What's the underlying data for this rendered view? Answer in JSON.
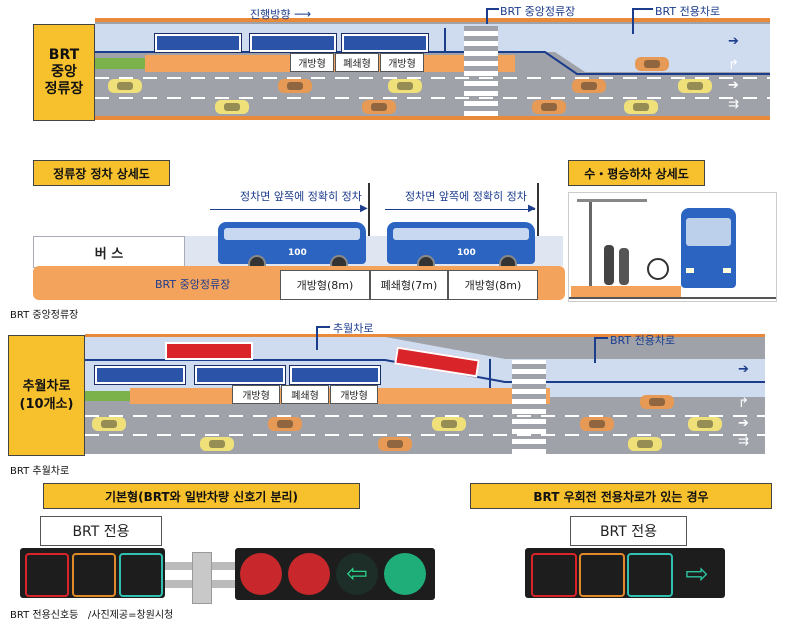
{
  "top_diagram": {
    "side_label": "BRT\n중앙\n정류장",
    "direction_label": "진행방향",
    "stop_label": "BRT 중앙정류장",
    "lane_label": "BRT 전용차로",
    "doors": [
      "개방형",
      "폐쇄형",
      "개방형"
    ]
  },
  "middle_left": {
    "title": "정류장 정차 상세도",
    "instruction_1": "정차면 앞쪽에 정확히 정차",
    "instruction_2": "정차면 앞쪽에 정확히 정차",
    "bus_label": "버 스",
    "platform_label": "BRT 중앙정류장",
    "bus_number": "100",
    "doors": [
      "개방형(8m)",
      "폐쇄형(7m)",
      "개방형(8m)"
    ],
    "caption": "BRT 중앙정류장"
  },
  "middle_right": {
    "title": "수・평승하차 상세도"
  },
  "passing_diagram": {
    "side_label": "추월차로\n(10개소)",
    "passing_lane_label": "추월차로",
    "lane_label": "BRT 전용차로",
    "doors": [
      "개방형",
      "폐쇄형",
      "개방형"
    ],
    "caption": "BRT 추월차로"
  },
  "signals": {
    "left_title": "기본형(BRT와 일반차량 신호기 분리)",
    "right_title": "BRT 우회전 전용차로가 있는 경우",
    "left_sign": "BRT 전용",
    "right_sign": "BRT 전용",
    "caption": "BRT 전용신호등   /사진제공=창원시청"
  },
  "colors": {
    "platform": "#f4a35d",
    "yellow_box": "#f7c12d",
    "bus_blue": "#2b53a8",
    "lane_blue": "#cfdcef",
    "road_gray": "#9fa3a9",
    "red": "#d9242a",
    "green": "#1fae7a"
  }
}
